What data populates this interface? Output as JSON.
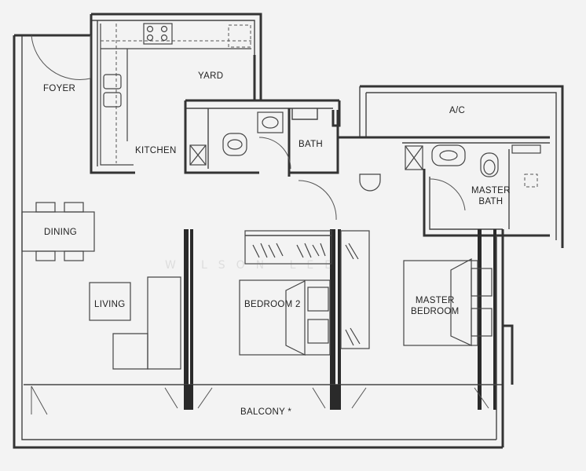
{
  "rooms": {
    "foyer": "FOYER",
    "yard": "YARD",
    "kitchen": "KITCHEN",
    "bath": "BATH",
    "ac": "A/C",
    "master_bath_line1": "MASTER",
    "master_bath_line2": "BATH",
    "dining": "DINING",
    "living": "LIVING",
    "bedroom2": "BEDROOM 2",
    "master_bedroom_line1": "MASTER",
    "master_bedroom_line2": "BEDROOM",
    "balcony": "BALCONY *"
  },
  "watermark": "WILSON LEE"
}
